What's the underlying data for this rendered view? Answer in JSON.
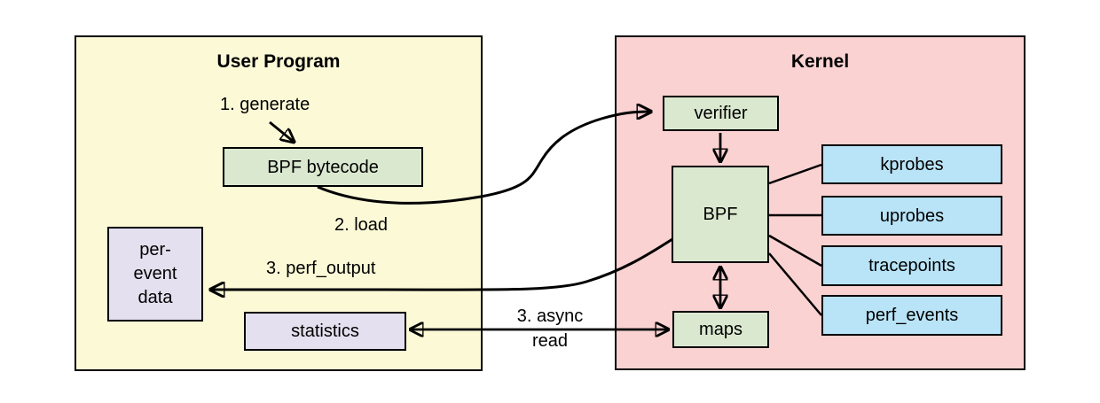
{
  "diagram": {
    "user_program": {
      "title": "User Program",
      "bytecode": "BPF bytecode",
      "per_event_lines": [
        "per-",
        "event",
        "data"
      ],
      "statistics": "statistics"
    },
    "kernel": {
      "title": "Kernel",
      "verifier": "verifier",
      "bpf": "BPF",
      "maps": "maps",
      "event_sources": [
        "kprobes",
        "uprobes",
        "tracepoints",
        "perf_events"
      ]
    },
    "steps": {
      "generate": "1. generate",
      "load": "2. load",
      "perf_output": "3. perf_output",
      "async_line1": "3. async",
      "async_line2": "read"
    },
    "colors": {
      "user_program_fill": "#FCF9D7",
      "kernel_fill": "#FAD2D2",
      "node_green": "#DAE8D0",
      "node_blue": "#B9E4F7",
      "node_purple": "#E4E0EF",
      "stroke": "#000000"
    }
  }
}
